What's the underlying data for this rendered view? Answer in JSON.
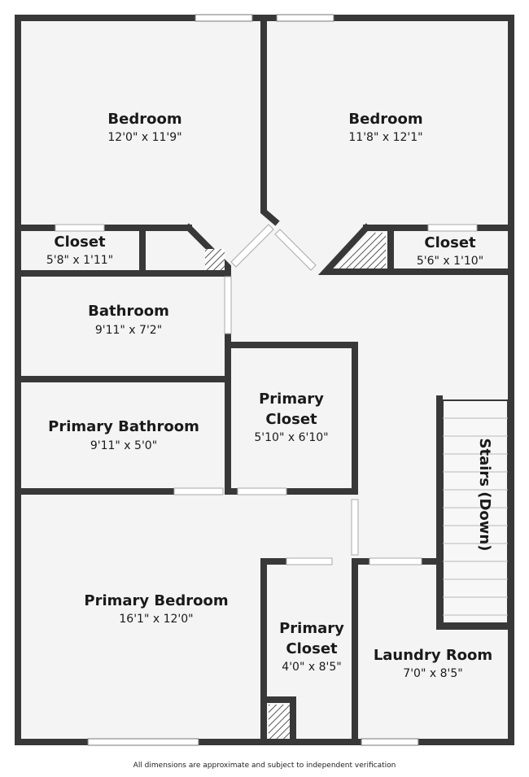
{
  "rooms": {
    "bedroom_left": {
      "name": "Bedroom",
      "dims": "12'0\" x 11'9\""
    },
    "bedroom_right": {
      "name": "Bedroom",
      "dims": "11'8\" x 12'1\""
    },
    "closet_left": {
      "name": "Closet",
      "dims": "5'8\" x 1'11\""
    },
    "closet_right": {
      "name": "Closet",
      "dims": "5'6\" x 1'10\""
    },
    "bathroom": {
      "name": "Bathroom",
      "dims": "9'11\" x 7'2\""
    },
    "primary_closet_upper": {
      "name_line1": "Primary",
      "name_line2": "Closet",
      "dims": "5'10\" x 6'10\""
    },
    "primary_bathroom": {
      "name": "Primary Bathroom",
      "dims": "9'11\" x 5'0\""
    },
    "primary_bedroom": {
      "name": "Primary Bedroom",
      "dims": "16'1\" x 12'0\""
    },
    "primary_closet_lower": {
      "name_line1": "Primary",
      "name_line2": "Closet",
      "dims": "4'0\" x 8'5\""
    },
    "laundry_room": {
      "name": "Laundry Room",
      "dims": "7'0\" x 8'5\""
    },
    "stairs": {
      "name": "Stairs (Down)"
    }
  },
  "footer": {
    "disclaimer": "All dimensions are approximate and subject to independent verification"
  },
  "colors": {
    "wall": "#383838",
    "floor": "#f4f4f4",
    "hatch": "#555555"
  }
}
